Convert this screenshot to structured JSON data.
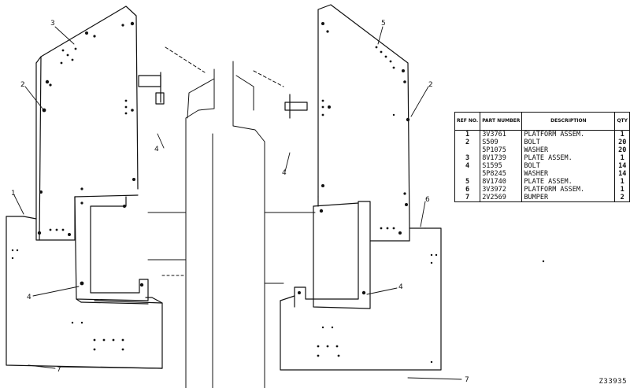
{
  "drawing_number": "Z33935",
  "callouts": {
    "c3_left": "3",
    "c2_left": "2",
    "c1_left": "1",
    "c4_left_mid": "4",
    "c4_left_low": "4",
    "c7_left": "7",
    "c5_right": "5",
    "c2_right": "2",
    "c4_right_mid": "4",
    "c6_right": "6",
    "c4_right_low": "4",
    "c7_right": "7"
  },
  "parts_table": {
    "headers": {
      "ref": "REF NO.",
      "part": "PART NUMBER",
      "desc": "DESCRIPTION",
      "qty": "QTY"
    },
    "rows": [
      {
        "ref": "1",
        "part": "3V3761",
        "desc": "PLATFORM ASSEM.",
        "qty": "1"
      },
      {
        "ref": "2",
        "part": "S509",
        "desc": "BOLT",
        "qty": "20"
      },
      {
        "ref": "",
        "part": "5P1075",
        "desc": "WASHER",
        "qty": "20"
      },
      {
        "ref": "3",
        "part": "8V1739",
        "desc": "PLATE ASSEM.",
        "qty": "1"
      },
      {
        "ref": "4",
        "part": "S1595",
        "desc": "BOLT",
        "qty": "14"
      },
      {
        "ref": "",
        "part": "5P8245",
        "desc": "WASHER",
        "qty": "14"
      },
      {
        "ref": "5",
        "part": "8V1740",
        "desc": "PLATE ASSEM.",
        "qty": "1"
      },
      {
        "ref": "6",
        "part": "3V3972",
        "desc": "PLATFORM ASSEM.",
        "qty": "1"
      },
      {
        "ref": "7",
        "part": "2V2569",
        "desc": "BUMPER",
        "qty": "2"
      }
    ]
  }
}
